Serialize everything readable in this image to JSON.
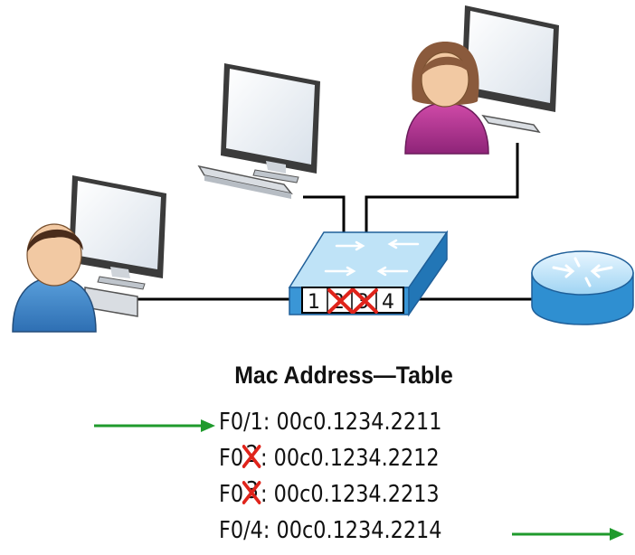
{
  "switch": {
    "ports": [
      {
        "label": "1",
        "blocked": false
      },
      {
        "label": "2",
        "blocked": true
      },
      {
        "label": "3",
        "blocked": true
      },
      {
        "label": "4",
        "blocked": false
      }
    ]
  },
  "mac_table": {
    "title": "Mac Address—Table",
    "rows": [
      {
        "port_prefix": "F0/",
        "port_num": "1",
        "sep": ":",
        "mac": "00c0.1234.2211",
        "blocked": false,
        "arrow": "incoming"
      },
      {
        "port_prefix": "F0",
        "port_num": "2",
        "sep": ":",
        "mac": "00c0.1234.2212",
        "blocked": true,
        "arrow": "none"
      },
      {
        "port_prefix": "F0",
        "port_num": "3",
        "sep": ":",
        "mac": "00c0.1234.2213",
        "blocked": true,
        "arrow": "none"
      },
      {
        "port_prefix": "F0/",
        "port_num": "4",
        "sep": ":",
        "mac": "00c0.1234.2214",
        "blocked": false,
        "arrow": "outgoing"
      }
    ]
  },
  "colors": {
    "cable": "#000000",
    "switch_top": "#bfe3f7",
    "switch_side": "#2f8fd1",
    "router": "#39a3e3",
    "blocked_x": "#e0241b",
    "arrow": "#1f9a2c",
    "monitor_frame": "#3b3b3b",
    "screen": "#eef2f7",
    "person_blue_shirt": "#3a7fc4",
    "person_purple_shirt": "#b0338f",
    "hair_dark": "#4a2c1b",
    "hair_light": "#8a5a3c",
    "skin": "#f2c9a3"
  },
  "icons": [
    "workstation-icon",
    "user-icon",
    "switch-icon",
    "router-icon",
    "blocked-x-icon",
    "arrow-icon"
  ]
}
